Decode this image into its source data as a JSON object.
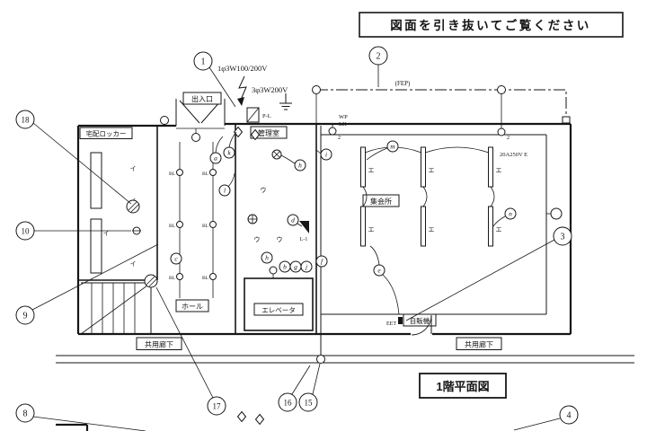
{
  "note": {
    "text": "図面を引き抜いてご覧ください"
  },
  "plan": {
    "title": "1階平面図"
  },
  "rooms": {
    "entrance": "出入口",
    "locker": "宅配ロッカー",
    "office": "管理室",
    "meeting": "集会所",
    "hall": "ホール",
    "elevator": "エレベータ",
    "vending": "自販機",
    "corridor": "共用廊下"
  },
  "power": {
    "service_single": "1φ3W100/200V",
    "service_three": "3φ3W200V",
    "fep": "(FEP)",
    "wp": "WP",
    "lk": "LK",
    "outlet_count": "2",
    "outlet_spec": "20A250V E",
    "panel": "P-L",
    "lighting_circuit": "L-1",
    "eet": "EET"
  },
  "marks": {
    "bl": "BL",
    "type_i": "イ",
    "type_u": "ウ",
    "type_e": "エ"
  },
  "callouts": {
    "c1": "1",
    "c2": "2",
    "c3": "3",
    "c4": "4",
    "c8": "8",
    "c9": "9",
    "c10": "10",
    "c15": "15",
    "c16": "16",
    "c17": "17",
    "c18": "18"
  },
  "letters": {
    "a": "a",
    "b": "b",
    "c": "c",
    "d": "d",
    "e": "e",
    "f": "f",
    "g": "g",
    "h": "h",
    "i": "i",
    "j": "j",
    "k": "k",
    "l": "l",
    "m": "m",
    "n": "n"
  }
}
